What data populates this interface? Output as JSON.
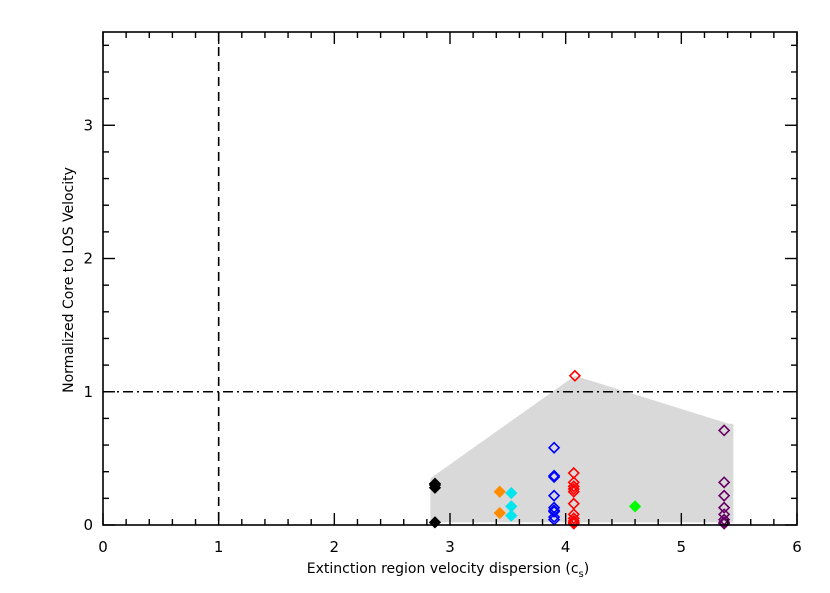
{
  "chart_data": {
    "type": "scatter",
    "xlabel": "Extinction region velocity dispersion (c",
    "xlabel_sub": "s",
    "xlabel_close": ")",
    "ylabel": "Normalized Core to LOS Velocity",
    "xlim": [
      0,
      6
    ],
    "ylim": [
      0,
      3.7
    ],
    "x_ticks": [
      0,
      1,
      2,
      3,
      4,
      5,
      6
    ],
    "x_tick_labels": [
      "0",
      "1",
      "2",
      "3",
      "4",
      "5",
      "6"
    ],
    "y_ticks": [
      0,
      1,
      2,
      3
    ],
    "y_tick_labels": [
      "0",
      "1",
      "2",
      "3"
    ],
    "grid": false,
    "reference_lines": [
      {
        "orientation": "vertical",
        "value": 1,
        "style": "dashed"
      },
      {
        "orientation": "horizontal",
        "value": 1,
        "style": "dash-dot"
      }
    ],
    "shaded_region": {
      "color": "#d9d9d9",
      "points": [
        [
          2.83,
          0.35
        ],
        [
          4.08,
          1.12
        ],
        [
          5.41,
          0.76
        ],
        [
          5.45,
          0.76
        ],
        [
          5.45,
          0.02
        ],
        [
          2.83,
          0.02
        ]
      ]
    },
    "series": [
      {
        "color": "#000000",
        "filled": true,
        "x": [
          2.87,
          2.87,
          2.87,
          2.87
        ],
        "y": [
          0.3,
          0.28,
          0.31,
          0.02
        ]
      },
      {
        "color": "#ff8c00",
        "filled": true,
        "x": [
          3.43,
          3.43
        ],
        "y": [
          0.25,
          0.09
        ]
      },
      {
        "color": "#00e5ee",
        "filled": true,
        "x": [
          3.53,
          3.53,
          3.53
        ],
        "y": [
          0.24,
          0.14,
          0.07
        ]
      },
      {
        "color": "#0000ff",
        "filled": false,
        "x": [
          3.9,
          3.9,
          3.9,
          3.9,
          3.9,
          3.9,
          3.9,
          3.9,
          3.9
        ],
        "y": [
          0.58,
          0.37,
          0.36,
          0.22,
          0.13,
          0.11,
          0.1,
          0.06,
          0.04
        ]
      },
      {
        "color": "#ff0000",
        "filled": false,
        "x": [
          4.08,
          4.07,
          4.07,
          4.07,
          4.07,
          4.07,
          4.07,
          4.07,
          4.07,
          4.07,
          4.07,
          4.07
        ],
        "y": [
          1.12,
          0.39,
          0.32,
          0.29,
          0.27,
          0.25,
          0.16,
          0.08,
          0.05,
          0.03,
          0.02,
          0.01
        ]
      },
      {
        "color": "#00ff00",
        "filled": true,
        "x": [
          4.6
        ],
        "y": [
          0.14
        ]
      },
      {
        "color": "#660066",
        "filled": false,
        "x": [
          5.37,
          5.37,
          5.37,
          5.37,
          5.37,
          5.37,
          5.37,
          5.37
        ],
        "y": [
          0.71,
          0.32,
          0.22,
          0.13,
          0.08,
          0.04,
          0.02,
          0.01
        ]
      }
    ]
  }
}
